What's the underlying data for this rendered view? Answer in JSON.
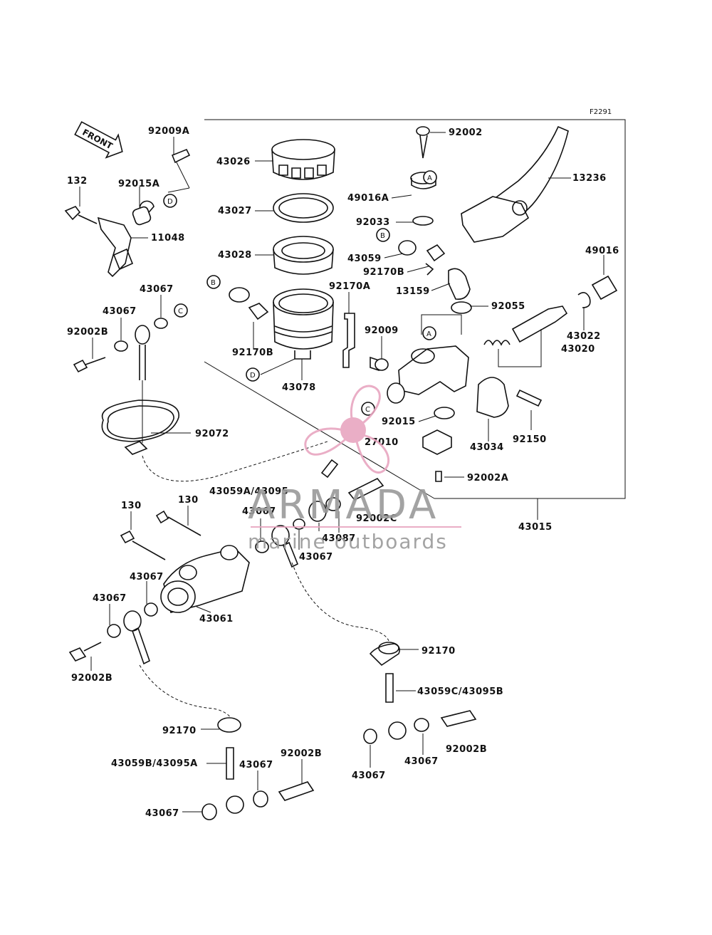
{
  "figure_ref": "F2291",
  "front_label": "FRONT",
  "brand": {
    "name": "ARMADA",
    "tagline": "marine outboards",
    "accent_color": "#e8a6c0",
    "text_color": "#9a9a9a"
  },
  "callouts": {
    "A": "A",
    "B": "B",
    "C": "C",
    "D": "D"
  },
  "parts": {
    "p92009A": "92009A",
    "p92002": "92002",
    "p43026": "43026",
    "p13236": "13236",
    "p132": "132",
    "p92015A": "92015A",
    "p49016A": "49016A",
    "p43027": "43027",
    "p92033": "92033",
    "p11048": "11048",
    "p43028": "43028",
    "p43059": "43059",
    "p92170B_a": "92170B",
    "p49016": "49016",
    "p43067_a": "43067",
    "p92170A": "92170A",
    "p13159": "13159",
    "p43067_b": "43067",
    "p92055": "92055",
    "p92002B_a": "92002B",
    "p92009": "92009",
    "p43022": "43022",
    "p43020": "43020",
    "p92170B_b": "92170B",
    "p43078": "43078",
    "p92015": "92015",
    "p92072": "92072",
    "p27010": "27010",
    "p43034": "43034",
    "p92150": "92150",
    "p92002A": "92002A",
    "p43059A": "43059A/43095",
    "p130_a": "130",
    "p130_b": "130",
    "p43067_c": "43067",
    "p92002C": "92002C",
    "p43087": "43087",
    "p43067_d": "43067",
    "p43015": "43015",
    "p43067_e": "43067",
    "p43067_f": "43067",
    "p43061": "43061",
    "p92002B_b": "92002B",
    "p92170_a": "92170",
    "p43059C": "43059C/43095B",
    "p92170_b": "92170",
    "p92002B_c": "92002B",
    "p43059B": "43059B/43095A",
    "p92002B_d": "92002B",
    "p43067_g": "43067",
    "p43067_h": "43067",
    "p43067_i": "43067",
    "p43067_j": "43067"
  }
}
